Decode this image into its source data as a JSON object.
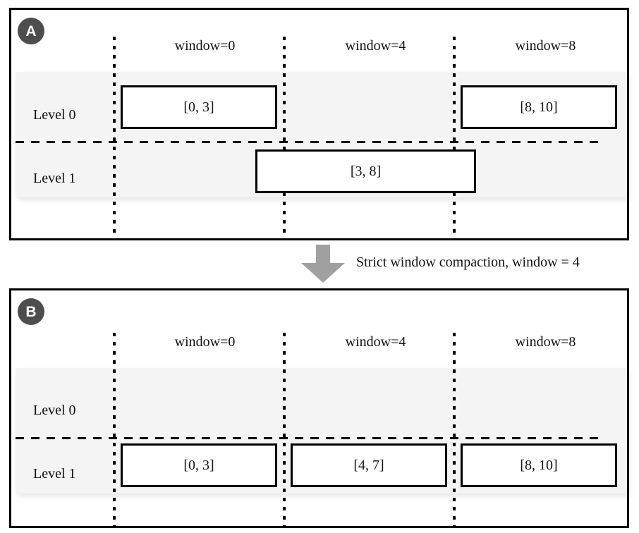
{
  "figure": {
    "type": "diagram",
    "description": "Two-panel diagram illustrating strict window compaction of LSM-style level intervals"
  },
  "panels": [
    {
      "id": "A",
      "badge_label": "A",
      "column_headers": [
        {
          "label": "window=0"
        },
        {
          "label": "window=4"
        },
        {
          "label": "window=8"
        }
      ],
      "rows": [
        {
          "label": "Level 0"
        },
        {
          "label": "Level 1"
        }
      ],
      "boxes": [
        {
          "label": "[0, 3]",
          "level": "Level 0",
          "window": "window=0"
        },
        {
          "label": "[8, 10]",
          "level": "Level 0",
          "window": "window=8"
        },
        {
          "label": "[3, 8]",
          "level": "Level 1",
          "window": "window=4"
        }
      ]
    },
    {
      "id": "B",
      "badge_label": "B",
      "column_headers": [
        {
          "label": "window=0"
        },
        {
          "label": "window=4"
        },
        {
          "label": "window=8"
        }
      ],
      "rows": [
        {
          "label": "Level 0"
        },
        {
          "label": "Level 1"
        }
      ],
      "boxes": [
        {
          "label": "[0, 3]",
          "level": "Level 1",
          "window": "window=0"
        },
        {
          "label": "[4, 7]",
          "level": "Level 1",
          "window": "window=4"
        },
        {
          "label": "[8, 10]",
          "level": "Level 1",
          "window": "window=8"
        }
      ]
    }
  ],
  "transition": {
    "caption": "Strict window compaction, window = 4",
    "arrow_direction": "down"
  },
  "colors": {
    "frame_border": "#000000",
    "badge_fill": "#4d4d4d",
    "badge_text": "#ffffff",
    "band_fill": "#f4f4f4",
    "box_fill": "#ffffff",
    "box_border": "#000000",
    "arrow_fill": "#a0a0a0",
    "text": "#111111"
  }
}
